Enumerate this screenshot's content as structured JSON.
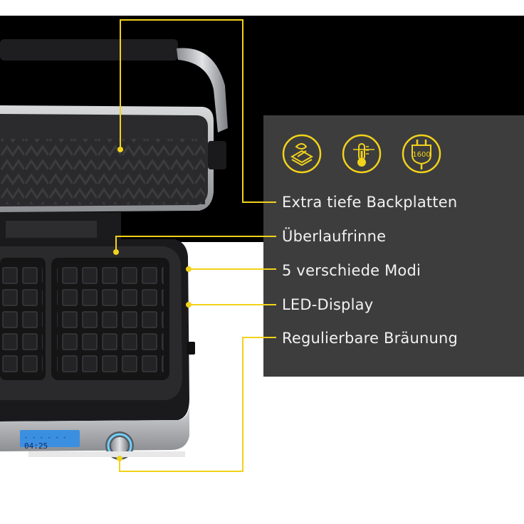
{
  "features": [
    {
      "label": "Extra tiefe Backplatten"
    },
    {
      "label": "Überlaufrinne"
    },
    {
      "label": "5 verschiede Modi"
    },
    {
      "label": "LED-Display"
    },
    {
      "label": "Regulierbare Bräunung"
    }
  ],
  "icons": [
    {
      "name": "non-stick-plate-icon"
    },
    {
      "name": "thermometer-icon"
    },
    {
      "name": "power-plug-1600-icon",
      "text": "1600"
    }
  ],
  "device_display": {
    "line1": "- - - - - -",
    "line2": "04:25"
  },
  "colors": {
    "accent": "#f2d21b",
    "panel": "#3d3d3d",
    "text": "#f2f2f2"
  }
}
